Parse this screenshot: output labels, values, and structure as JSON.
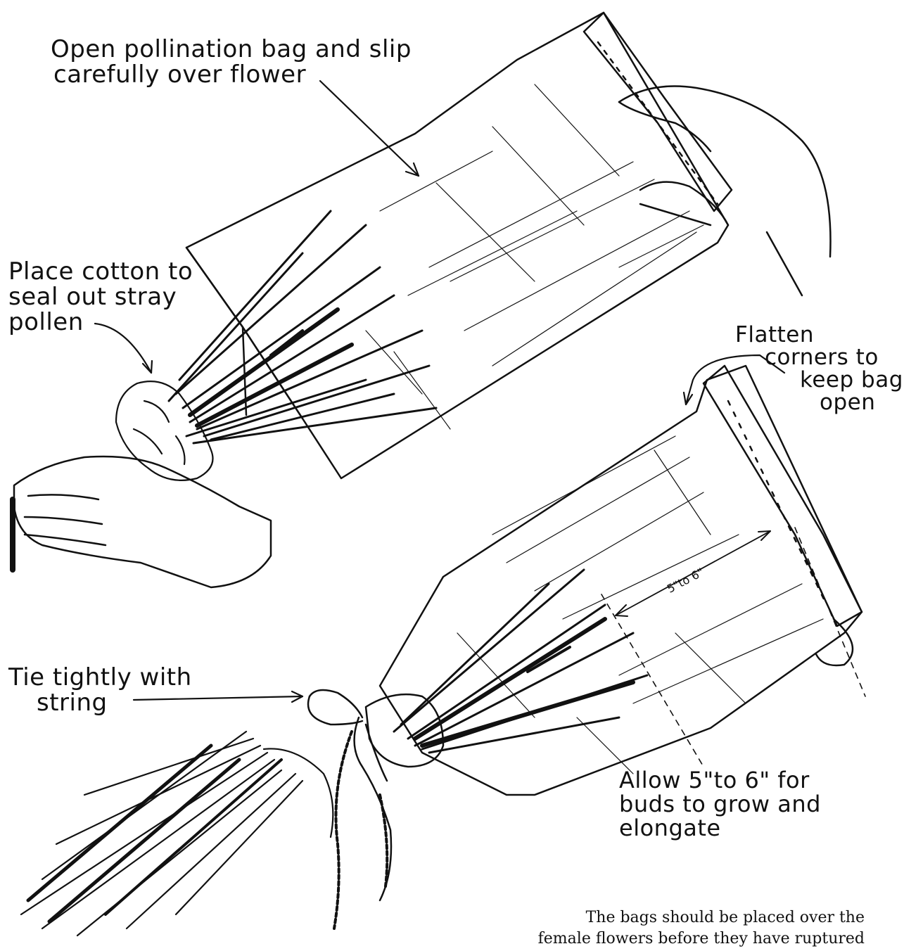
{
  "labels": {
    "open_bag": [
      "Open pollination bag and slip",
      "carefully over flower"
    ],
    "cotton": [
      "Place cotton to",
      "seal out stray",
      "pollen"
    ],
    "flatten": [
      "Flatten",
      "corners to",
      "keep bag",
      "open"
    ],
    "tie": [
      "Tie tightly with",
      "string"
    ],
    "allow": [
      "Allow 5\"to 6\" for",
      "buds to grow and",
      "elongate"
    ],
    "measure": "5\"to 6\""
  },
  "caption": [
    "The bags should be placed over the",
    "female flowers before they have ruptured"
  ],
  "colors": {
    "ink": "#111111",
    "paper": "#ffffff"
  }
}
